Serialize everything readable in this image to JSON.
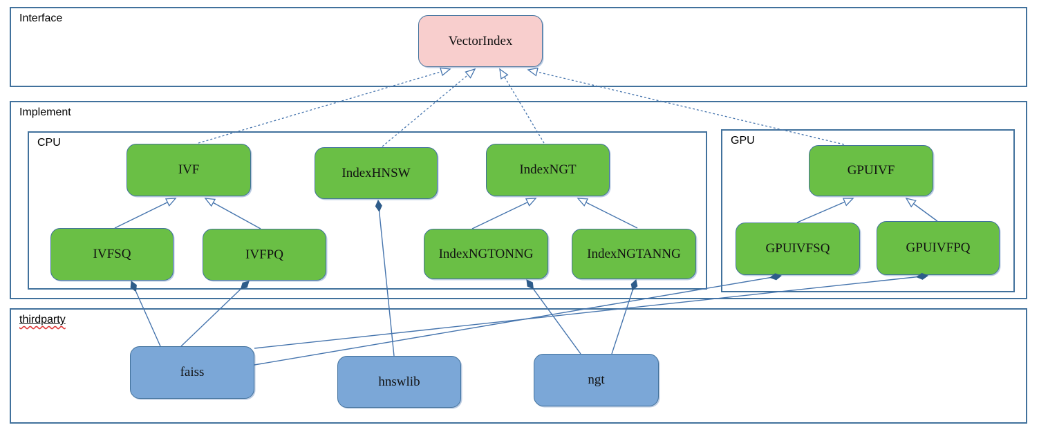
{
  "diagram": {
    "containers": {
      "interface": {
        "label": "Interface"
      },
      "implement": {
        "label": "Implement"
      },
      "cpu": {
        "label": "CPU"
      },
      "gpu": {
        "label": "GPU"
      },
      "thirdparty": {
        "label": "thirdparty"
      }
    },
    "nodes": {
      "vectorindex": {
        "label": "VectorIndex",
        "type": "interface"
      },
      "ivf": {
        "label": "IVF",
        "type": "implementation"
      },
      "indexhnsw": {
        "label": "IndexHNSW",
        "type": "implementation"
      },
      "indexngt": {
        "label": "IndexNGT",
        "type": "implementation"
      },
      "gpuivf": {
        "label": "GPUIVF",
        "type": "implementation"
      },
      "ivfsq": {
        "label": "IVFSQ",
        "type": "implementation"
      },
      "ivfpq": {
        "label": "IVFPQ",
        "type": "implementation"
      },
      "indexngtonng": {
        "label": "IndexNGTONNG",
        "type": "implementation"
      },
      "indexngtanng": {
        "label": "IndexNGTANNG",
        "type": "implementation"
      },
      "gpuivfsq": {
        "label": "GPUIVFSQ",
        "type": "implementation"
      },
      "gpuivfpq": {
        "label": "GPUIVFPQ",
        "type": "implementation"
      },
      "faiss": {
        "label": "faiss",
        "type": "library"
      },
      "hnswlib": {
        "label": "hnswlib",
        "type": "library"
      },
      "ngt": {
        "label": "ngt",
        "type": "library"
      }
    },
    "edges": [
      {
        "from": "IVF",
        "to": "VectorIndex",
        "relation": "realizes (dashed hollow arrow)"
      },
      {
        "from": "IndexHNSW",
        "to": "VectorIndex",
        "relation": "realizes (dashed hollow arrow)"
      },
      {
        "from": "IndexNGT",
        "to": "VectorIndex",
        "relation": "realizes (dashed hollow arrow)"
      },
      {
        "from": "GPUIVF",
        "to": "VectorIndex",
        "relation": "realizes (dashed hollow arrow)"
      },
      {
        "from": "IVFSQ",
        "to": "IVF",
        "relation": "inherits (hollow arrow)"
      },
      {
        "from": "IVFPQ",
        "to": "IVF",
        "relation": "inherits (hollow arrow)"
      },
      {
        "from": "IndexNGTONNG",
        "to": "IndexNGT",
        "relation": "inherits (hollow arrow)"
      },
      {
        "from": "IndexNGTANNG",
        "to": "IndexNGT",
        "relation": "inherits (hollow arrow)"
      },
      {
        "from": "GPUIVFSQ",
        "to": "GPUIVF",
        "relation": "inherits (hollow arrow)"
      },
      {
        "from": "GPUIVFPQ",
        "to": "GPUIVF",
        "relation": "inherits (hollow arrow)"
      },
      {
        "from": "faiss",
        "to": "IVFSQ",
        "relation": "composition (filled diamond)"
      },
      {
        "from": "faiss",
        "to": "IVFPQ",
        "relation": "composition (filled diamond)"
      },
      {
        "from": "faiss",
        "to": "GPUIVFSQ",
        "relation": "composition (filled diamond)"
      },
      {
        "from": "faiss",
        "to": "GPUIVFPQ",
        "relation": "composition (filled diamond)"
      },
      {
        "from": "hnswlib",
        "to": "IndexHNSW",
        "relation": "composition (filled diamond)"
      },
      {
        "from": "ngt",
        "to": "IndexNGTONNG",
        "relation": "composition (filled diamond)"
      },
      {
        "from": "ngt",
        "to": "IndexNGTANNG",
        "relation": "composition (filled diamond)"
      }
    ],
    "colors": {
      "container_border": "#41719c",
      "interface_node_fill": "#f8cecd",
      "implementation_node_fill": "#6abf45",
      "library_node_fill": "#7ba7d7",
      "connector": "#4574ad",
      "diamond_fill": "#2e5c8a",
      "spellcheck_squiggle": "#e03a3a"
    }
  }
}
